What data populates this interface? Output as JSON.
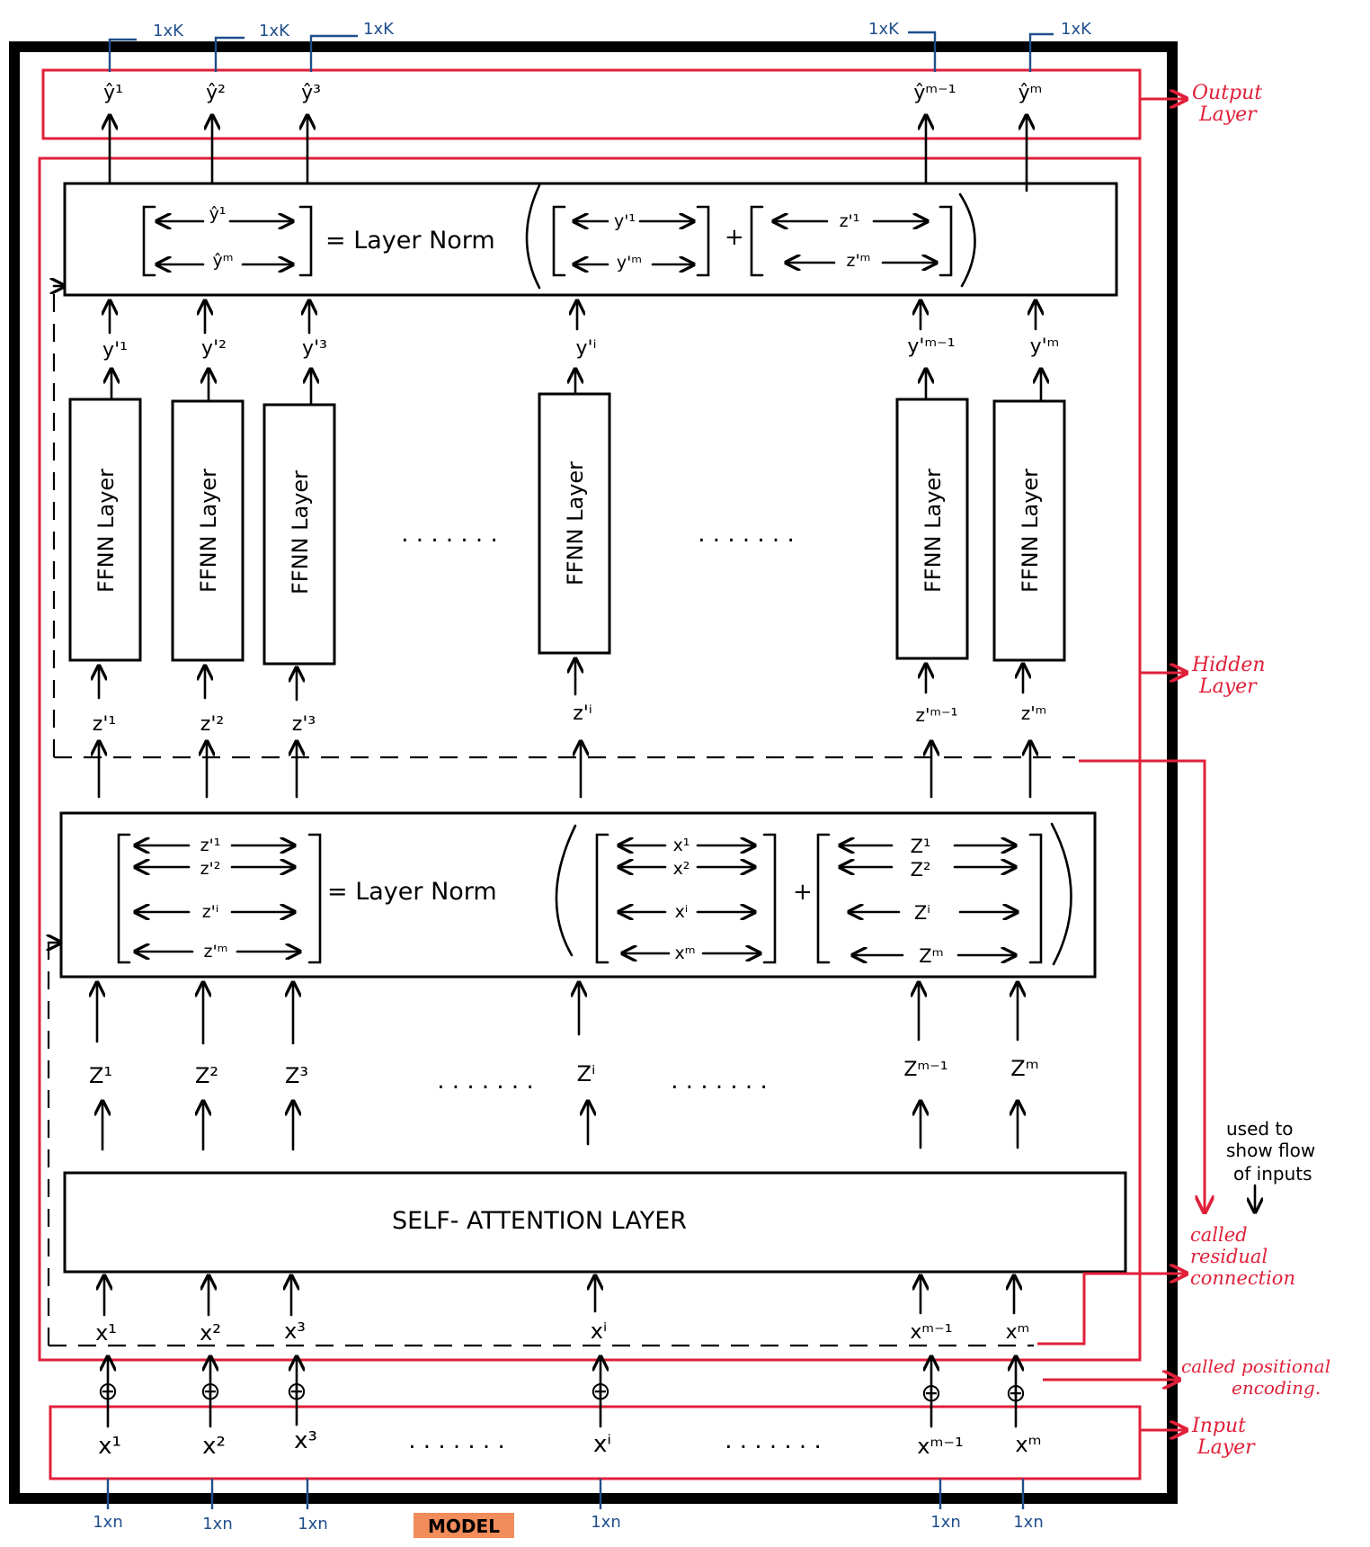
{
  "labels": {
    "output_layer": [
      "Output",
      "Layer"
    ],
    "hidden_layer": [
      "Hidden",
      "Layer"
    ],
    "input_layer": [
      "Input",
      "Layer"
    ],
    "residual_note": [
      "called",
      "residual",
      "connection"
    ],
    "flow_note": [
      "used to",
      "show flow",
      "of inputs"
    ],
    "positional_note": [
      "called positional",
      "encoding."
    ],
    "model": "MODEL"
  },
  "dims": {
    "out": "1xK",
    "in": "1xn"
  },
  "columns": {
    "yhat": [
      "ŷ¹",
      "ŷ²",
      "ŷ³",
      "ŷᵐ⁻¹",
      "ŷᵐ"
    ],
    "yprime": [
      "y'¹",
      "y'²",
      "y'³",
      "y'ⁱ",
      "y'ᵐ⁻¹",
      "y'ᵐ"
    ],
    "ffnn": "FFNN Layer",
    "zprime": [
      "z'¹",
      "z'²",
      "z'³",
      "z'ⁱ",
      "z'ᵐ⁻¹",
      "z'ᵐ"
    ],
    "z": [
      "Z¹",
      "Z²",
      "Z³",
      "Zⁱ",
      "Zᵐ⁻¹",
      "Zᵐ"
    ],
    "x_top": [
      "x¹",
      "x²",
      "x³",
      "xⁱ",
      "xᵐ⁻¹",
      "xᵐ"
    ],
    "x_in": [
      "x¹",
      "x²",
      "x³",
      "xⁱ",
      "xᵐ⁻¹",
      "xᵐ"
    ],
    "plus": "⊕",
    "ellipsis": ". . . . . . ."
  },
  "norm_top": {
    "lhs": [
      "ŷ¹",
      "ŷᵐ"
    ],
    "eq": "= Layer Norm",
    "m1": [
      "y'¹",
      "y'ᵐ"
    ],
    "plus": "+",
    "m2": [
      "z'¹",
      "z'ᵐ"
    ]
  },
  "norm_bottom": {
    "lhs": [
      "z'¹",
      "z'²",
      "z'ⁱ",
      "z'ᵐ"
    ],
    "eq": "= Layer  Norm",
    "m1": [
      "x¹",
      "x²",
      "xⁱ",
      "xᵐ"
    ],
    "plus": "+",
    "m2": [
      "Z¹",
      "Z²",
      "Zⁱ",
      "Zᵐ"
    ]
  },
  "self_attention": "SELF- ATTENTION LAYER",
  "colors": {
    "red": "#e0203a",
    "blue": "#1f4e8c",
    "model_tag": "#f28c5a"
  }
}
